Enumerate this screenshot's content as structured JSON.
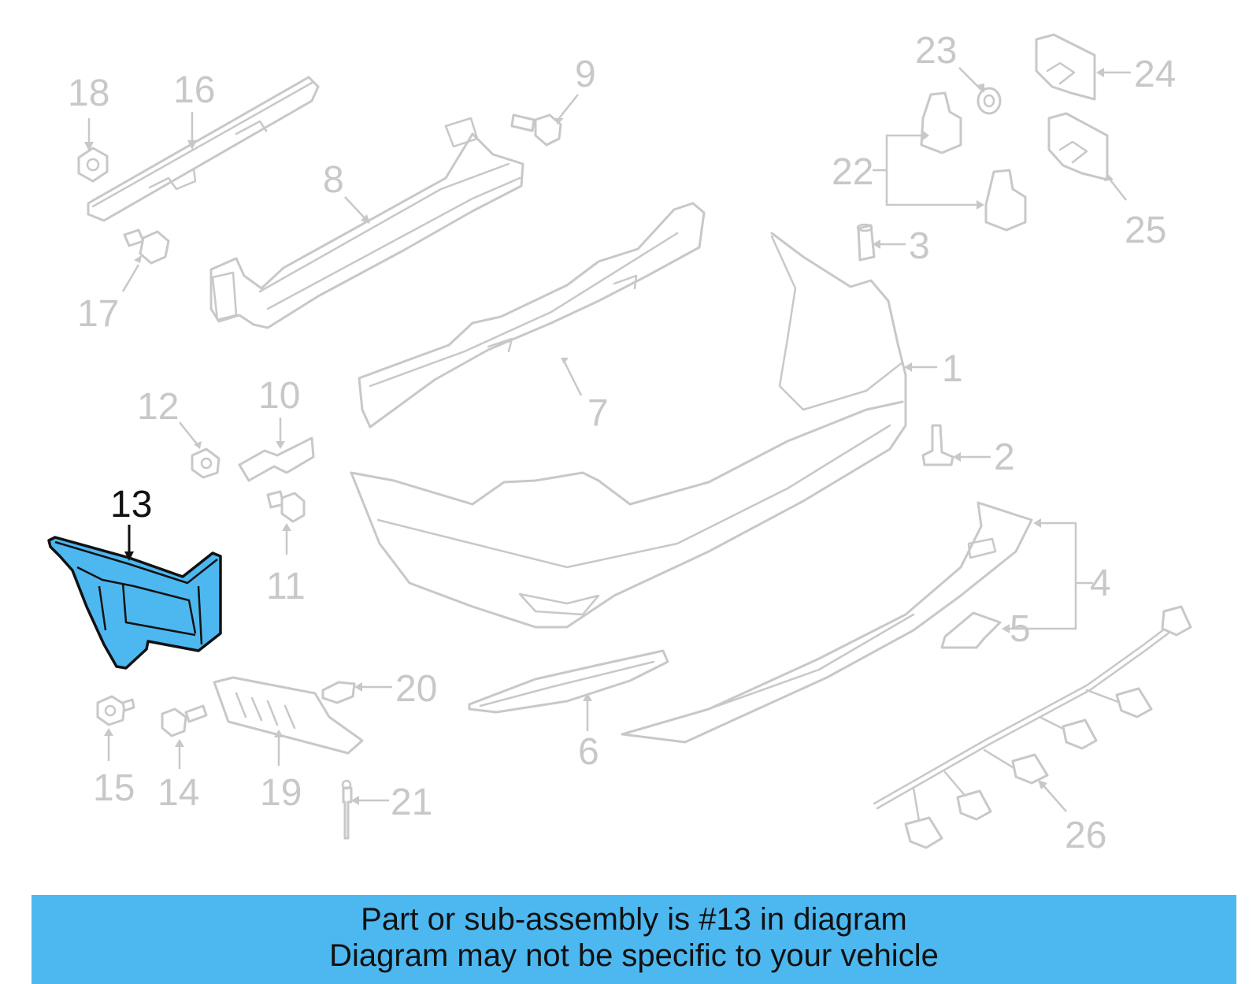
{
  "diagram": {
    "callouts": [
      {
        "id": "1",
        "label": "1"
      },
      {
        "id": "2",
        "label": "2"
      },
      {
        "id": "3",
        "label": "3"
      },
      {
        "id": "4",
        "label": "4"
      },
      {
        "id": "5",
        "label": "5"
      },
      {
        "id": "6",
        "label": "6"
      },
      {
        "id": "7",
        "label": "7"
      },
      {
        "id": "8",
        "label": "8"
      },
      {
        "id": "9",
        "label": "9"
      },
      {
        "id": "10",
        "label": "10"
      },
      {
        "id": "11",
        "label": "11"
      },
      {
        "id": "12",
        "label": "12"
      },
      {
        "id": "13",
        "label": "13",
        "highlighted": true
      },
      {
        "id": "14",
        "label": "14"
      },
      {
        "id": "15",
        "label": "15"
      },
      {
        "id": "16",
        "label": "16"
      },
      {
        "id": "17",
        "label": "17"
      },
      {
        "id": "18",
        "label": "18"
      },
      {
        "id": "19",
        "label": "19"
      },
      {
        "id": "20",
        "label": "20"
      },
      {
        "id": "21",
        "label": "21"
      },
      {
        "id": "22",
        "label": "22"
      },
      {
        "id": "23",
        "label": "23"
      },
      {
        "id": "24",
        "label": "24"
      },
      {
        "id": "25",
        "label": "25"
      },
      {
        "id": "26",
        "label": "26"
      }
    ],
    "highlighted_part": "13",
    "colors": {
      "highlight_fill": "#4db8f0",
      "highlight_stroke": "#111111",
      "faded_parts": "#c8c8c8",
      "banner_background": "#4db8f0"
    }
  },
  "banner": {
    "line1": "Part or sub-assembly is #13 in diagram",
    "line2": "Diagram may not be specific to your vehicle"
  }
}
